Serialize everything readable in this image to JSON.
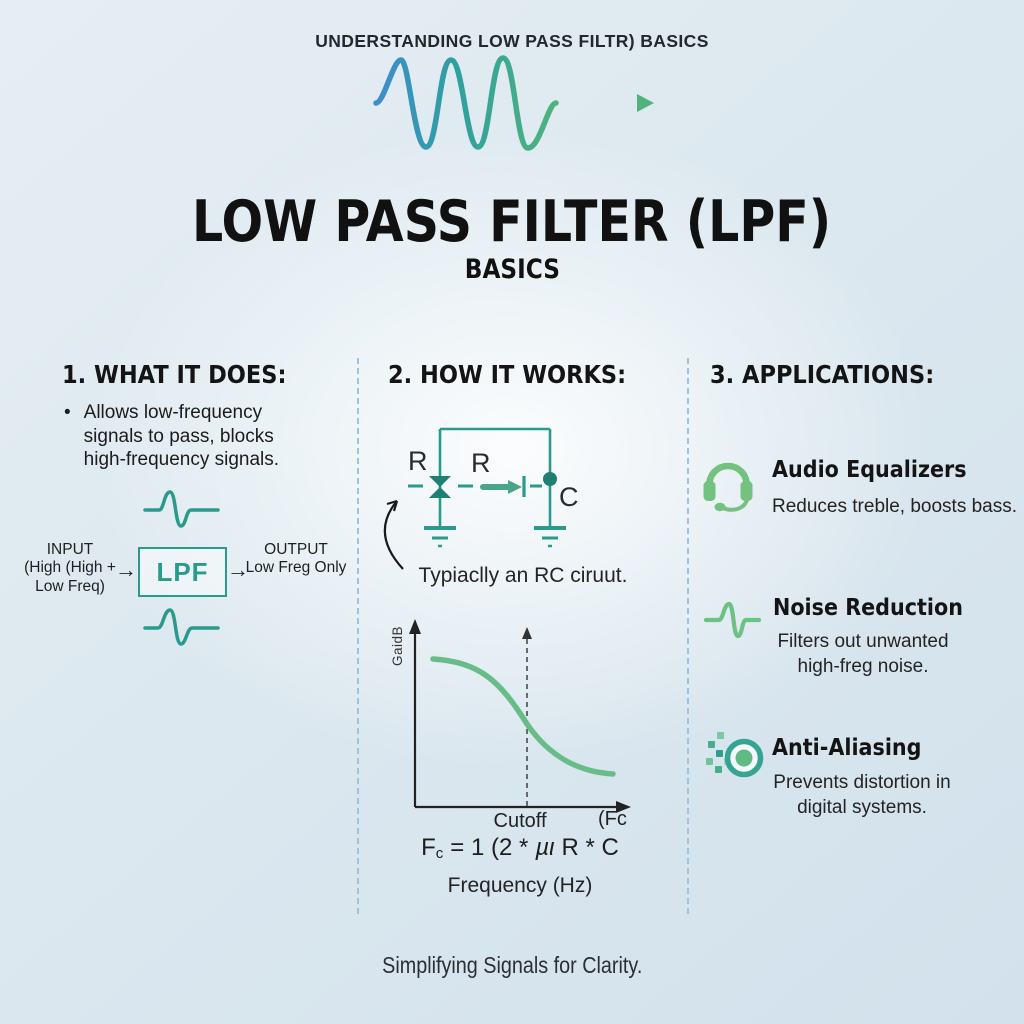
{
  "page": {
    "top_heading": "UNDERSTANDING LOW PASS FILTR) BASICS",
    "title": "LOW PASS FILTER (LPF)",
    "subtitle": "BASICS",
    "tagline": "Simplifying Signals for Clarity."
  },
  "colors": {
    "teal": "#2a9a8c",
    "curve_green": "#68bc88",
    "wave_blue": "#3e8ec9",
    "wave_green": "#4fb37d",
    "icon_green": "#74c27f",
    "divider_blue": "#9fc3dd"
  },
  "section1": {
    "heading": "1. WHAT IT DOES:",
    "bullet_glyph": "•",
    "bullet": "Allows low-frequency signals to pass, blocks high-frequency signals.",
    "diagram": {
      "input_title": "INPUT",
      "input_line1": "(High (High +",
      "input_line2": "Low Freq)",
      "arrow": "→",
      "box_label": "LPF",
      "output_title": "OUTPUT",
      "output_line1": "Low Freg Only"
    }
  },
  "section2": {
    "heading": "2. HOW IT WORKS:",
    "label_r1": "R",
    "label_r2": "R",
    "label_c": "C",
    "caption": "Typiaclly an RC ciruut.",
    "graph": {
      "y_label": "GaidB",
      "cutoff": "Cutoff",
      "fc": "(Fc",
      "x_label": "Frequency (Hz)"
    },
    "formula": {
      "f": "F",
      "sub": "c",
      "rest1": "= 1 (2 *",
      "pi": "µι",
      "rest2": "R * C"
    }
  },
  "section3": {
    "heading": "3. APPLICATIONS:",
    "items": [
      {
        "title": "Audio Equalizers",
        "desc": "Reduces treble, boosts bass.",
        "icon": "headphones-icon"
      },
      {
        "title": "Noise Reduction",
        "desc": "Filters out unwanted high-freg noise.",
        "icon": "noise-wave-icon"
      },
      {
        "title": "Anti-Aliasing",
        "desc": "Prevents distortion in digital systems.",
        "icon": "anti-aliasing-icon"
      }
    ]
  }
}
